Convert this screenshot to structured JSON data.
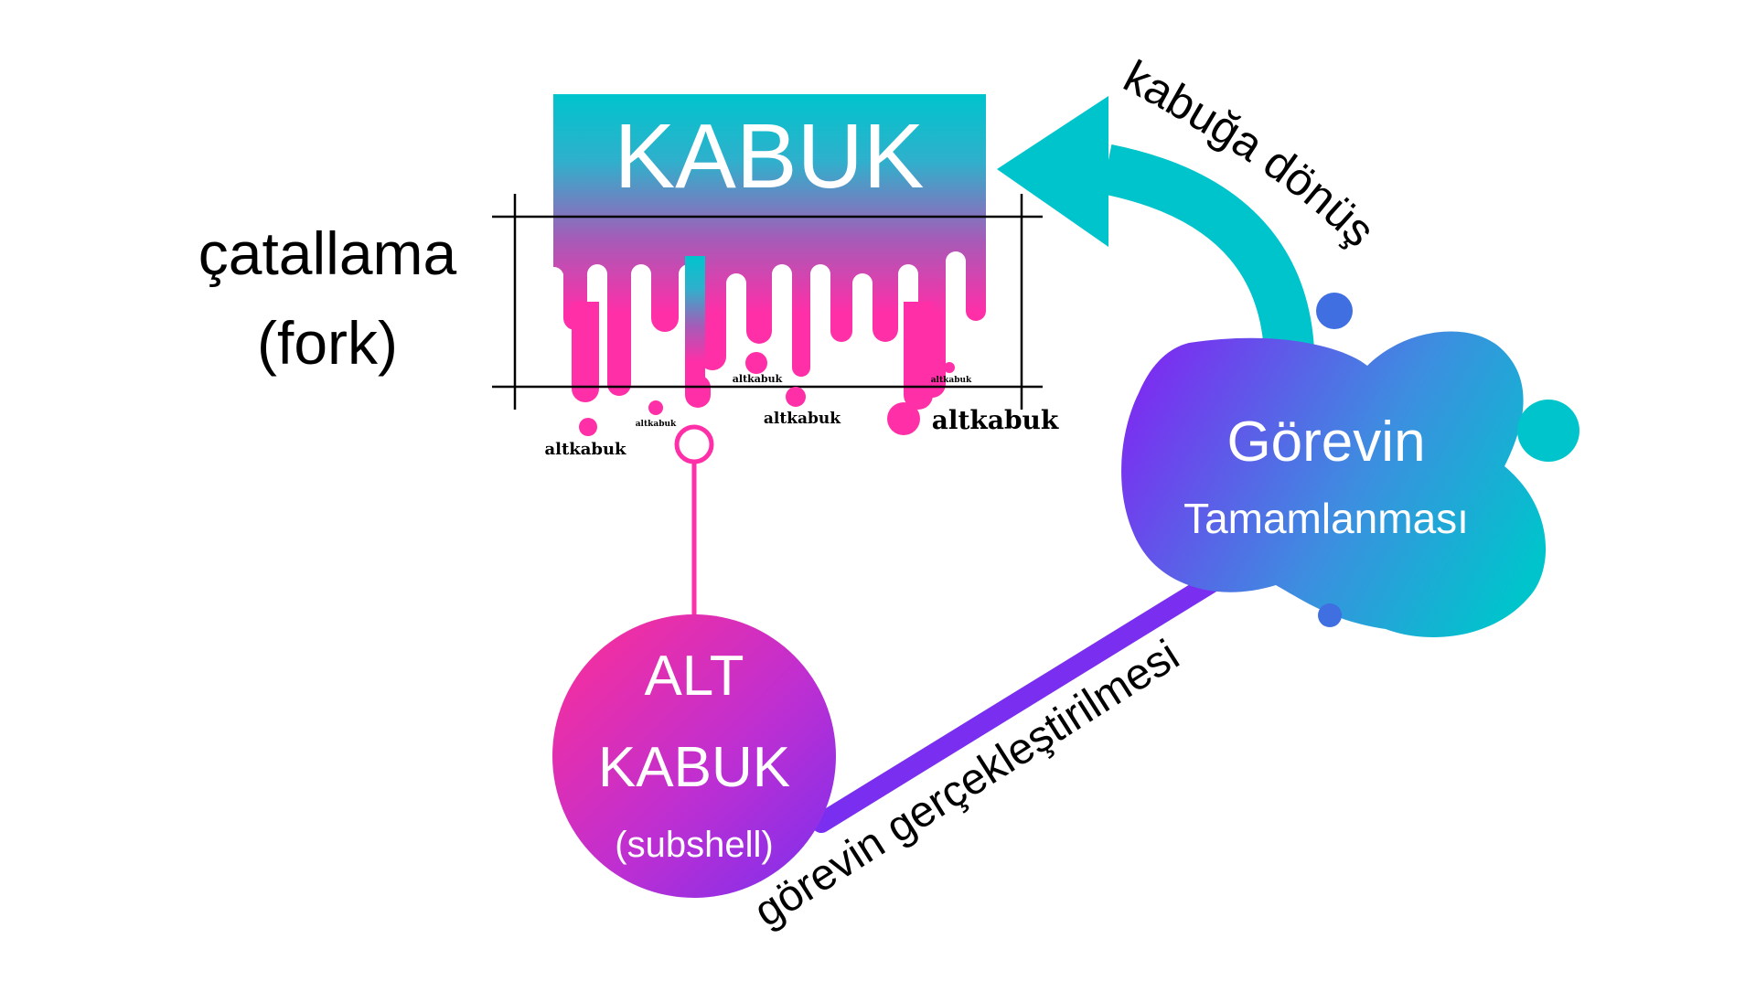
{
  "shell": {
    "title": "KABUK",
    "fork_label_line1": "çatallama",
    "fork_label_line2": "(fork)",
    "drip_labels": [
      "altkabuk",
      "altkabuk",
      "altkabuk",
      "altkabuk",
      "altkabuk",
      "altkabuk"
    ]
  },
  "subshell": {
    "line1": "ALT",
    "line2": "KABUK",
    "line3": "(subshell)"
  },
  "completion": {
    "line1": "Görevin",
    "line2": "Tamamlanması"
  },
  "edges": {
    "execution_label": "görevin gerçekleştirilmesi",
    "return_label": "kabuğa dönüş"
  },
  "colors": {
    "teal": "#00c4cc",
    "pink": "#ff2fa8",
    "purple": "#7a2ff0",
    "blue": "#3f6fe0",
    "ink": "#000000",
    "white": "#ffffff"
  }
}
